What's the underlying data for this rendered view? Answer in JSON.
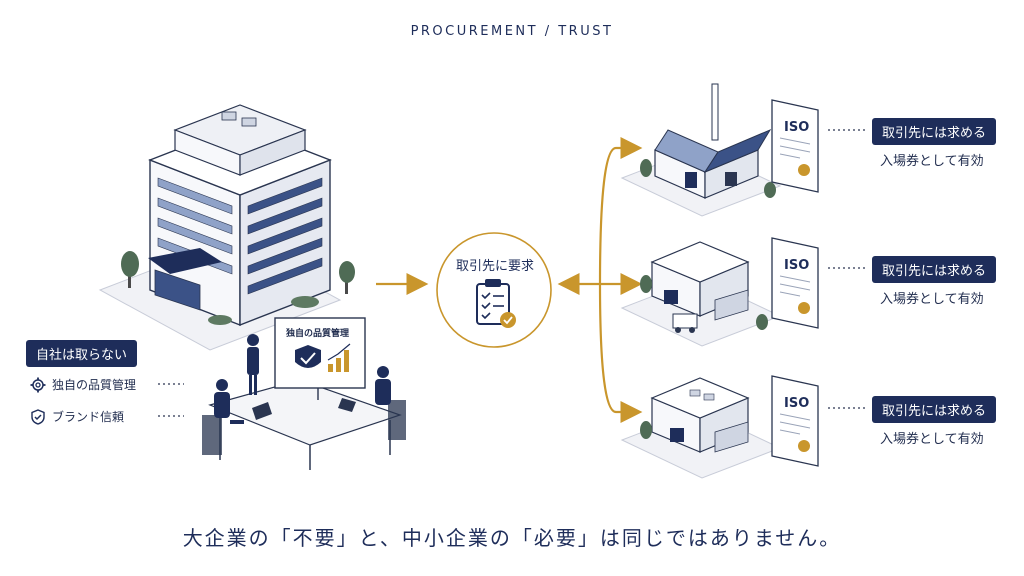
{
  "header": {
    "title": "PROCUREMENT / TRUST"
  },
  "left": {
    "badge": "自社は取らない",
    "features": [
      {
        "icon": "gear-icon",
        "label": "独自の品質管理"
      },
      {
        "icon": "shield-check-icon",
        "label": "ブランド信頼"
      }
    ],
    "screen_label": "独自の品質管理"
  },
  "center": {
    "label": "取引先に要求",
    "icon": "clipboard-checklist-icon"
  },
  "suppliers": [
    {
      "cert": "ISO",
      "badge": "取引先には求める",
      "subtext": "入場券として有効"
    },
    {
      "cert": "ISO",
      "badge": "取引先には求める",
      "subtext": "入場券として有効"
    },
    {
      "cert": "ISO",
      "badge": "取引先には求める",
      "subtext": "入場券として有効"
    }
  ],
  "footer": {
    "caption": "大企業の「不要」と、中小企業の「必要」は同じではありません。"
  },
  "colors": {
    "navy": "#1e2d5a",
    "gold": "#c9962c",
    "line": "#2a3550"
  }
}
